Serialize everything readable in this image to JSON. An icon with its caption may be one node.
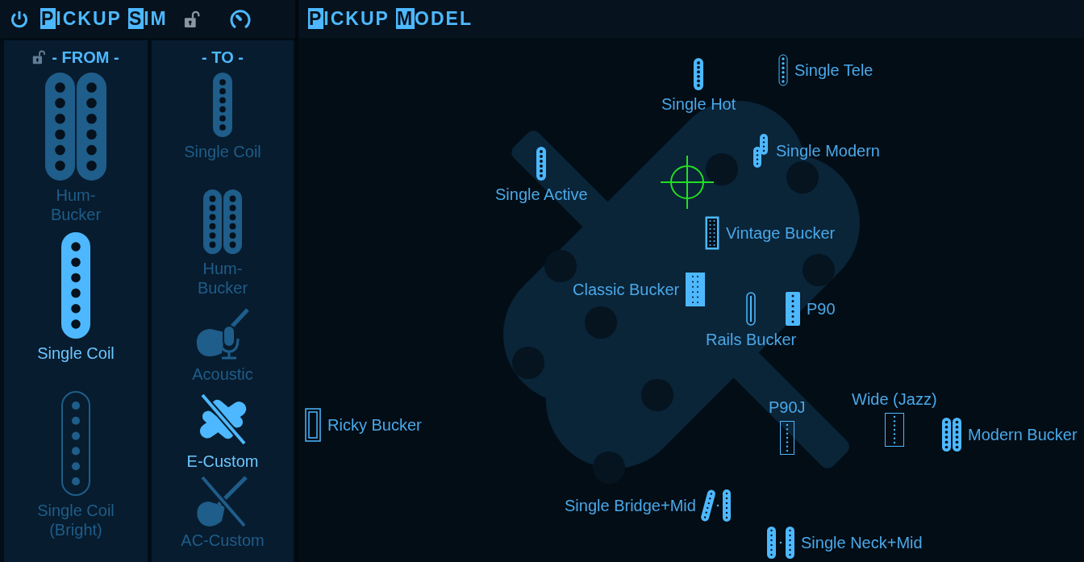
{
  "diagram": {
    "nodes": [
      {
        "text": [
          "PICKUP SIM"
        ]
      },
      {
        "text": [
          "- FROM -"
        ],
        "in": 0
      },
      {
        "text": [
          "Hum-Bucker"
        ],
        "in": 1
      },
      {
        "text": [
          "Single Coil"
        ],
        "in": 1
      },
      {
        "text": [
          "Single Coil (Bright)"
        ],
        "in": 1
      },
      {
        "text": [
          "- TO -"
        ],
        "in": 0
      },
      {
        "text": [
          "Single Coil"
        ],
        "in": 5
      },
      {
        "text": [
          "Hum-Bucker"
        ],
        "in": 5
      },
      {
        "text": [
          "Acoustic"
        ],
        "in": 5
      },
      {
        "text": [
          "E-Custom"
        ],
        "in": 5
      },
      {
        "text": [
          "AC-Custom"
        ],
        "in": 5
      },
      {
        "text": [
          "PICKUP MODEL"
        ]
      },
      {
        "text": [
          "Single Hot"
        ],
        "in": 11
      },
      {
        "text": [
          "Single Tele"
        ],
        "in": 11
      },
      {
        "text": [
          "Single Modern"
        ],
        "in": 11
      },
      {
        "text": [
          "Single Active"
        ],
        "in": 11
      },
      {
        "text": [
          "Vintage Bucker"
        ],
        "in": 11
      },
      {
        "text": [
          "Classic Bucker"
        ],
        "in": 11
      },
      {
        "text": [
          "Rails Bucker"
        ],
        "in": 11
      },
      {
        "text": [
          "P90"
        ],
        "in": 11
      },
      {
        "text": [
          "P90J"
        ],
        "in": 11
      },
      {
        "text": [
          "Wide (Jazz)"
        ],
        "in": 11
      },
      {
        "text": [
          "Ricky Bucker"
        ],
        "in": 11
      },
      {
        "text": [
          "Modern Bucker"
        ],
        "in": 11
      },
      {
        "text": [
          "Single Bridge+Mid"
        ],
        "in": 11
      },
      {
        "text": [
          "Single Neck+Mid"
        ],
        "in": 11
      }
    ]
  }
}
